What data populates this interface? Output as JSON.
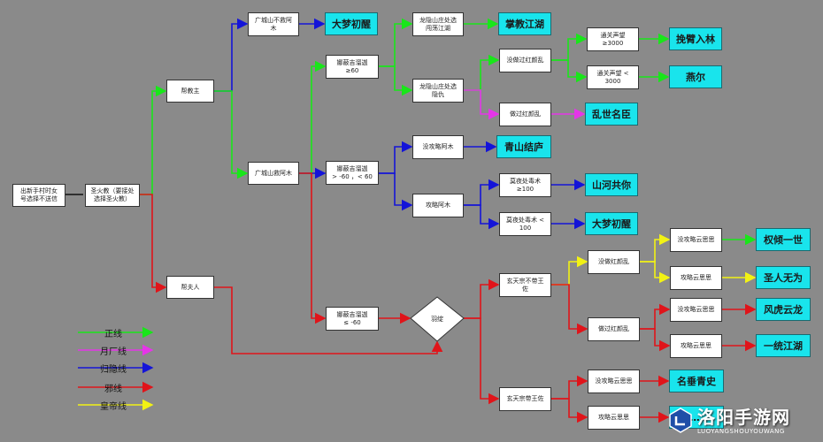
{
  "colors": {
    "main": "#19e61a",
    "yuechang": "#e535e8",
    "guiyin": "#1414d8",
    "xie": "#e0141a",
    "huangdi": "#f2f214",
    "ending_bg": "#19e4ec"
  },
  "nodes": {
    "start": "出新手村时女\n号选择不送信",
    "holy_fire": "圣火教（要接处\n选择圣火教）",
    "bangjiaozhu": "帮教主",
    "bangfuren": "帮夫人",
    "save_lin_mu": "广城山不救阿\n木",
    "save_a_mu": "广城山救阿木",
    "moxie_ge60": "娜蔽吉溜迦\n≥60",
    "moxie_mid": "娜蔽吉溜迦\n> -60 ，< 60",
    "moxie_le60": "娜蔽吉溜迦\n≤ -60",
    "longyin_scenery": "龙隐山庄处选\n闯荡江湖",
    "longyin_hide": "龙隐山庄处选\n隐仇",
    "no_hongyanluan": "没做过红颜乱",
    "did_hongyanluan": "做过红颜乱",
    "tongguan_ge3000": "通关声望\n≥3000",
    "tongguan_lt3000": "通关声望 <\n3000",
    "no_attack_amu": "没攻略阿木",
    "attack_amu": "攻略阿木",
    "moye_ge100": "莫夜处毒术\n≥100",
    "moye_lt100": "莫夜处毒术 <\n100",
    "yuzhen": "羽绽",
    "xuantian_not": "玄天宗不带王\n佐",
    "xuantian_with": "玄天宗带王佐",
    "no_hongyanluan2": "没做红颜乱",
    "did_hongyanluan2": "做过红颜乱",
    "no_gongluo_1": "没攻略云思思",
    "gongluo_1": "攻略云思思",
    "no_gongluo_2": "没攻略云思思",
    "gongluo_2": "攻略云思思",
    "no_gongluo_3": "没攻略云思思",
    "gongluo_3": "攻略云思思"
  },
  "endings": {
    "dameng_chulan_1": "大梦初醒",
    "zhangjiao_jianghu": "掌教江湖",
    "wanbi_rulin": "挽臂入林",
    "yaner": "燕尔",
    "luanshi_mingchen": "乱世名臣",
    "qingshan_jielu": "青山结庐",
    "shanhe_gongni": "山河共你",
    "dameng_chulan_2": "大梦初醒",
    "quanqing_yishi": "权倾一世",
    "shengren_wuwei": "圣人无为",
    "fenghu_yunlong": "风虎云龙",
    "yitong_jianghu": "一统江湖",
    "mingchui_qingshi": "名垂青史",
    "hidden_end": "……"
  },
  "legend": [
    {
      "label": "正线",
      "color": "#19e61a"
    },
    {
      "label": "月厂线",
      "color": "#e535e8"
    },
    {
      "label": "归隐线",
      "color": "#1414d8"
    },
    {
      "label": "邪线",
      "color": "#e0141a"
    },
    {
      "label": "皇帝线",
      "color": "#f2f214"
    }
  ],
  "watermark": {
    "title": "洛阳手游网",
    "subtitle": "LUOYANGSHOUYOUWANG"
  }
}
